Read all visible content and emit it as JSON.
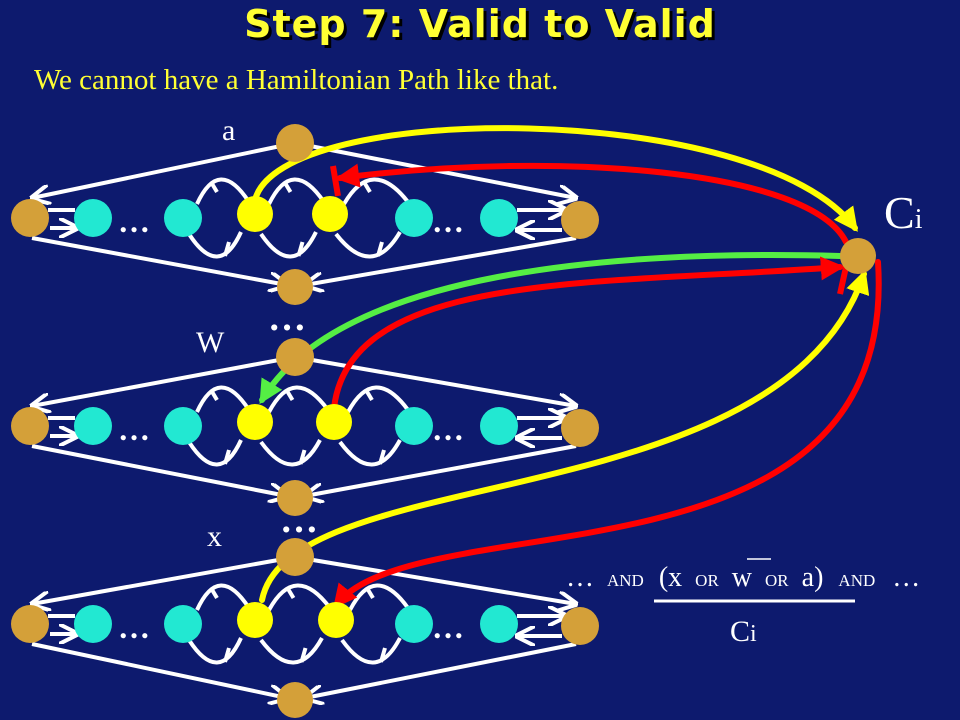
{
  "title": "Step 7: Valid to Valid",
  "subtitle": "We cannot have a Hamiltonian Path like that.",
  "labels": {
    "gadget_a": "a",
    "gadget_w": "W",
    "gadget_x": "x",
    "clause_node_main": "C",
    "clause_node_sub": "i",
    "between_gadgets": "…",
    "node_gap": "…"
  },
  "formula": {
    "lead": "…",
    "and1": "AND",
    "open": "(x",
    "or1": "OR",
    "w": "w",
    "or2": "OR",
    "close": "a)",
    "and2": "AND",
    "trail": "…",
    "under_main": "C",
    "under_sub": "i"
  },
  "colors": {
    "background": "#0d1a6e",
    "title": "#ffff33",
    "endpoint_node": "#d4a039",
    "chain_node": "#22e8d2",
    "literal_node": "#ffff00",
    "edge": "#ffffff",
    "path_yellow": "#ffff00",
    "path_red": "#ff0000",
    "path_green": "#55ee44"
  }
}
